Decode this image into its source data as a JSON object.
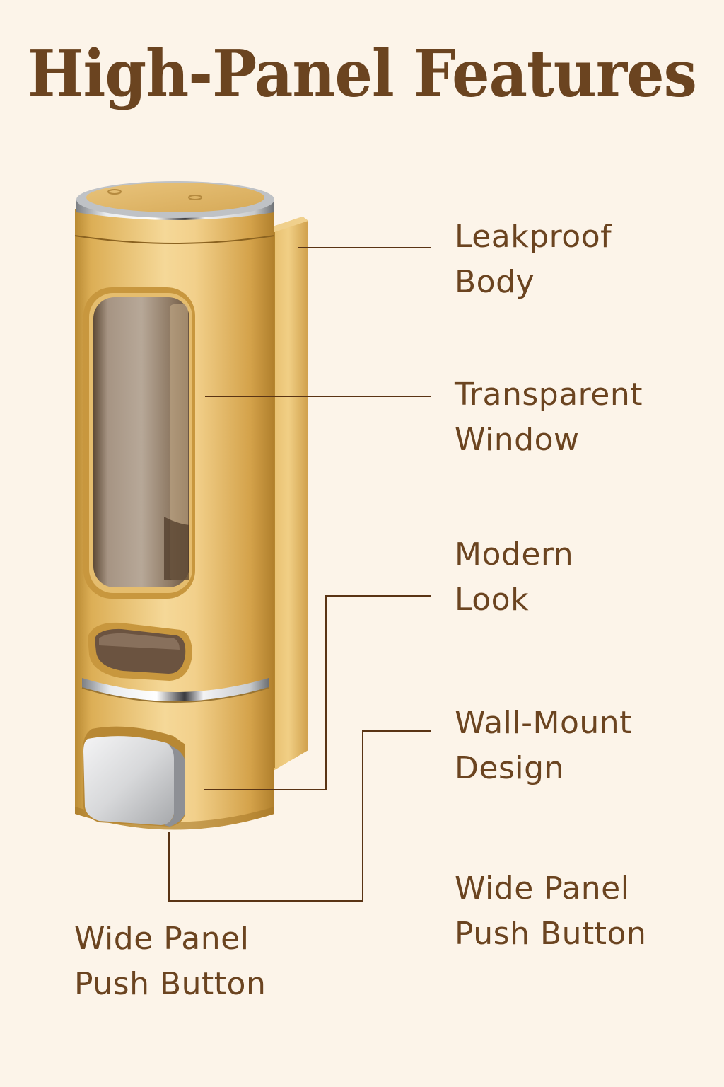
{
  "title": "High-Panel Features",
  "colors": {
    "background": "#fcf4e9",
    "text": "#6b4420",
    "leader_line": "#5a3414",
    "gold_body": "#d9a949",
    "gold_highlight": "#f4d38c",
    "chrome": "#c9ccd0",
    "window_tint": "#8a7660"
  },
  "product": {
    "name": "gold wall-mounted soap dispenser",
    "parts": [
      "chrome-top-cap",
      "cylinder-body",
      "wall-bracket",
      "transparent-window",
      "level-window",
      "chrome-ring",
      "push-button"
    ]
  },
  "callouts": [
    {
      "id": "leakproof-body",
      "line1": "Leakproof",
      "line2": "Body"
    },
    {
      "id": "transparent-window",
      "line1": "Transparent",
      "line2": "Window"
    },
    {
      "id": "modern-look",
      "line1": "Modern",
      "line2": "Look"
    },
    {
      "id": "wall-mount-design",
      "line1": "Wall-Mount",
      "line2": "Design"
    },
    {
      "id": "wide-panel-push-button-right",
      "line1": "Wide Panel",
      "line2": "Push Button"
    },
    {
      "id": "wide-panel-push-button-left",
      "line1": "Wide Panel",
      "line2": "Push Button"
    }
  ]
}
